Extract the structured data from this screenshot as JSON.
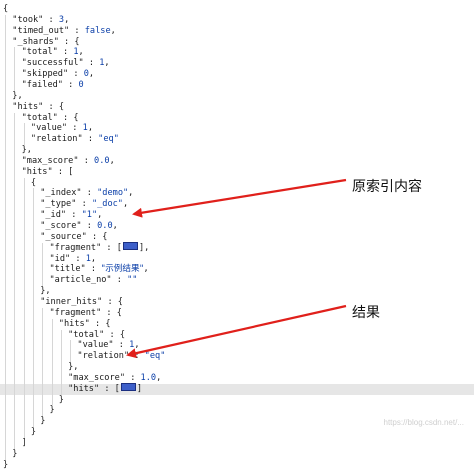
{
  "json_lines": [
    {
      "depth": 0,
      "tokens": [
        {
          "t": "p",
          "v": "{"
        }
      ]
    },
    {
      "depth": 1,
      "tokens": [
        {
          "t": "k",
          "v": "\"took\""
        },
        {
          "t": "p",
          "v": " : "
        },
        {
          "t": "n",
          "v": "3"
        },
        {
          "t": "p",
          "v": ","
        }
      ]
    },
    {
      "depth": 1,
      "tokens": [
        {
          "t": "k",
          "v": "\"timed_out\""
        },
        {
          "t": "p",
          "v": " : "
        },
        {
          "t": "b",
          "v": "false"
        },
        {
          "t": "p",
          "v": ","
        }
      ]
    },
    {
      "depth": 1,
      "tokens": [
        {
          "t": "k",
          "v": "\"_shards\""
        },
        {
          "t": "p",
          "v": " : {"
        }
      ]
    },
    {
      "depth": 2,
      "tokens": [
        {
          "t": "k",
          "v": "\"total\""
        },
        {
          "t": "p",
          "v": " : "
        },
        {
          "t": "n",
          "v": "1"
        },
        {
          "t": "p",
          "v": ","
        }
      ]
    },
    {
      "depth": 2,
      "tokens": [
        {
          "t": "k",
          "v": "\"successful\""
        },
        {
          "t": "p",
          "v": " : "
        },
        {
          "t": "n",
          "v": "1"
        },
        {
          "t": "p",
          "v": ","
        }
      ]
    },
    {
      "depth": 2,
      "tokens": [
        {
          "t": "k",
          "v": "\"skipped\""
        },
        {
          "t": "p",
          "v": " : "
        },
        {
          "t": "n",
          "v": "0"
        },
        {
          "t": "p",
          "v": ","
        }
      ]
    },
    {
      "depth": 2,
      "tokens": [
        {
          "t": "k",
          "v": "\"failed\""
        },
        {
          "t": "p",
          "v": " : "
        },
        {
          "t": "n",
          "v": "0"
        }
      ]
    },
    {
      "depth": 1,
      "tokens": [
        {
          "t": "p",
          "v": "},"
        }
      ]
    },
    {
      "depth": 1,
      "tokens": [
        {
          "t": "k",
          "v": "\"hits\""
        },
        {
          "t": "p",
          "v": " : {"
        }
      ]
    },
    {
      "depth": 2,
      "tokens": [
        {
          "t": "k",
          "v": "\"total\""
        },
        {
          "t": "p",
          "v": " : {"
        }
      ]
    },
    {
      "depth": 3,
      "tokens": [
        {
          "t": "k",
          "v": "\"value\""
        },
        {
          "t": "p",
          "v": " : "
        },
        {
          "t": "n",
          "v": "1"
        },
        {
          "t": "p",
          "v": ","
        }
      ]
    },
    {
      "depth": 3,
      "tokens": [
        {
          "t": "k",
          "v": "\"relation\""
        },
        {
          "t": "p",
          "v": " : "
        },
        {
          "t": "s",
          "v": "\"eq\""
        }
      ]
    },
    {
      "depth": 2,
      "tokens": [
        {
          "t": "p",
          "v": "},"
        }
      ]
    },
    {
      "depth": 2,
      "tokens": [
        {
          "t": "k",
          "v": "\"max_score\""
        },
        {
          "t": "p",
          "v": " : "
        },
        {
          "t": "n",
          "v": "0.0"
        },
        {
          "t": "p",
          "v": ","
        }
      ]
    },
    {
      "depth": 2,
      "tokens": [
        {
          "t": "k",
          "v": "\"hits\""
        },
        {
          "t": "p",
          "v": " : ["
        }
      ]
    },
    {
      "depth": 3,
      "tokens": [
        {
          "t": "p",
          "v": "{"
        }
      ]
    },
    {
      "depth": 4,
      "tokens": [
        {
          "t": "k",
          "v": "\"_index\""
        },
        {
          "t": "p",
          "v": " : "
        },
        {
          "t": "s",
          "v": "\"demo\""
        },
        {
          "t": "p",
          "v": ","
        }
      ]
    },
    {
      "depth": 4,
      "tokens": [
        {
          "t": "k",
          "v": "\"_type\""
        },
        {
          "t": "p",
          "v": " : "
        },
        {
          "t": "s",
          "v": "\"_doc\""
        },
        {
          "t": "p",
          "v": ","
        }
      ]
    },
    {
      "depth": 4,
      "tokens": [
        {
          "t": "k",
          "v": "\"_id\""
        },
        {
          "t": "p",
          "v": " : "
        },
        {
          "t": "s",
          "v": "\"1\""
        },
        {
          "t": "p",
          "v": ","
        }
      ]
    },
    {
      "depth": 4,
      "tokens": [
        {
          "t": "k",
          "v": "\"_score\""
        },
        {
          "t": "p",
          "v": " : "
        },
        {
          "t": "n",
          "v": "0.0"
        },
        {
          "t": "p",
          "v": ","
        }
      ]
    },
    {
      "depth": 4,
      "tokens": [
        {
          "t": "k",
          "v": "\"_source\""
        },
        {
          "t": "p",
          "v": " : {"
        }
      ]
    },
    {
      "depth": 5,
      "tokens": [
        {
          "t": "k",
          "v": "\"fragment\""
        },
        {
          "t": "p",
          "v": " : ["
        },
        {
          "t": "c",
          "v": "collapsed"
        },
        {
          "t": "p",
          "v": "],"
        }
      ]
    },
    {
      "depth": 5,
      "tokens": [
        {
          "t": "k",
          "v": "\"id\""
        },
        {
          "t": "p",
          "v": " : "
        },
        {
          "t": "n",
          "v": "1"
        },
        {
          "t": "p",
          "v": ","
        }
      ]
    },
    {
      "depth": 5,
      "tokens": [
        {
          "t": "k",
          "v": "\"title\""
        },
        {
          "t": "p",
          "v": " : "
        },
        {
          "t": "s",
          "v": "\"示例结果\""
        },
        {
          "t": "p",
          "v": ","
        }
      ]
    },
    {
      "depth": 5,
      "tokens": [
        {
          "t": "k",
          "v": "\"article_no\""
        },
        {
          "t": "p",
          "v": " : "
        },
        {
          "t": "s",
          "v": "\"\""
        }
      ]
    },
    {
      "depth": 4,
      "tokens": [
        {
          "t": "p",
          "v": "},"
        }
      ]
    },
    {
      "depth": 4,
      "tokens": [
        {
          "t": "k",
          "v": "\"inner_hits\""
        },
        {
          "t": "p",
          "v": " : {"
        }
      ]
    },
    {
      "depth": 5,
      "tokens": [
        {
          "t": "k",
          "v": "\"fragment\""
        },
        {
          "t": "p",
          "v": " : {"
        }
      ]
    },
    {
      "depth": 6,
      "tokens": [
        {
          "t": "k",
          "v": "\"hits\""
        },
        {
          "t": "p",
          "v": " : {"
        }
      ]
    },
    {
      "depth": 7,
      "tokens": [
        {
          "t": "k",
          "v": "\"total\""
        },
        {
          "t": "p",
          "v": " : {"
        }
      ]
    },
    {
      "depth": 8,
      "tokens": [
        {
          "t": "k",
          "v": "\"value\""
        },
        {
          "t": "p",
          "v": " : "
        },
        {
          "t": "n",
          "v": "1"
        },
        {
          "t": "p",
          "v": ","
        }
      ]
    },
    {
      "depth": 8,
      "tokens": [
        {
          "t": "k",
          "v": "\"relation\""
        },
        {
          "t": "p",
          "v": " : "
        },
        {
          "t": "s",
          "v": "\"eq\""
        }
      ]
    },
    {
      "depth": 7,
      "tokens": [
        {
          "t": "p",
          "v": "},"
        }
      ]
    },
    {
      "depth": 7,
      "tokens": [
        {
          "t": "k",
          "v": "\"max_score\""
        },
        {
          "t": "p",
          "v": " : "
        },
        {
          "t": "n",
          "v": "1.0"
        },
        {
          "t": "p",
          "v": ","
        }
      ]
    },
    {
      "depth": 7,
      "tokens": [
        {
          "t": "k",
          "v": "\"hits\""
        },
        {
          "t": "p",
          "v": " : ["
        },
        {
          "t": "c",
          "v": "collapsed"
        },
        {
          "t": "p",
          "v": "]"
        }
      ],
      "highlight": true
    },
    {
      "depth": 6,
      "tokens": [
        {
          "t": "p",
          "v": "}"
        }
      ]
    },
    {
      "depth": 5,
      "tokens": [
        {
          "t": "p",
          "v": "}"
        }
      ]
    },
    {
      "depth": 4,
      "tokens": [
        {
          "t": "p",
          "v": "}"
        }
      ]
    },
    {
      "depth": 3,
      "tokens": [
        {
          "t": "p",
          "v": "}"
        }
      ]
    },
    {
      "depth": 2,
      "tokens": [
        {
          "t": "p",
          "v": "]"
        }
      ]
    },
    {
      "depth": 1,
      "tokens": [
        {
          "t": "p",
          "v": "}"
        }
      ]
    },
    {
      "depth": 0,
      "tokens": [
        {
          "t": "p",
          "v": "}"
        }
      ]
    }
  ],
  "annotations": {
    "source_label": "原索引内容",
    "result_label": "结果"
  },
  "colors": {
    "arrow": "#e0201b",
    "value": "#0a3ea8",
    "collapsed_fill": "#3d5fc9"
  },
  "watermark": "https://blog.csdn.net/..."
}
